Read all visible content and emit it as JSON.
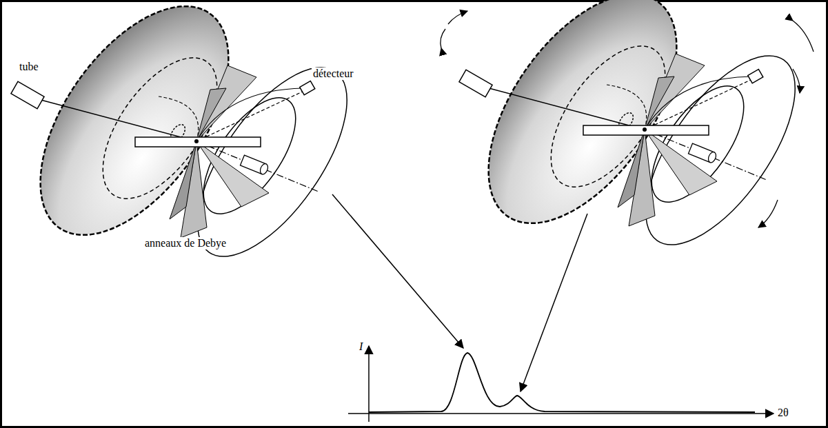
{
  "diagram": {
    "labels": [
      "tube",
      "détecteur",
      "anneaux de Debye",
      "I",
      "2θ"
    ]
  }
}
